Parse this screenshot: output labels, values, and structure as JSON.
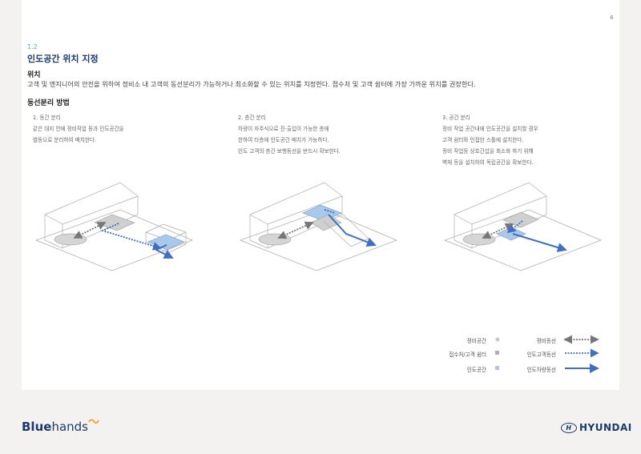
{
  "page_number": "4",
  "section_number": "1.2",
  "title": "인도공간 위치 지정",
  "location": {
    "heading": "위치",
    "text": "고객 및 엔지니어의 안전을 위하여 정비소 내 고객의 동선분리가 가능하거나 최소화할 수 있는 위치를 지정한다. 접수처 및 고객 쉼터에 가장 가까운 위치를 권장한다."
  },
  "methods": {
    "heading": "동선분리 방법",
    "items": [
      {
        "title": "1. 동간 분리",
        "lines": [
          "같은 대지 안에 정비작업 동과 인도공간을",
          "별동으로 분리하여 배치한다."
        ]
      },
      {
        "title": "2. 층간 분리",
        "lines": [
          "차량이 자주식으로 진·출입이 가능한 층에",
          "한하여 타층에 인도공간 배치가 가능하다.",
          "인도 고객의 층간 보행동선을 반드시 확보한다."
        ]
      },
      {
        "title": "3. 공간 분리",
        "lines": [
          "정비 작업 공간내에 인도공간을 설치할 경우",
          "고객 쉼터와 인접한 스톨에 설치한다.",
          "정비 작업등 상호간섭을 최소화 하기 위해",
          "벽체 등을 설치하여 독립공간을 확보한다."
        ]
      }
    ]
  },
  "legend": {
    "areas": [
      {
        "label": "정비공간",
        "color": "#c8c8c8"
      },
      {
        "label": "접수처/고객 쉼터",
        "color": "#b0b0b0"
      },
      {
        "label": "인도공간",
        "color": "#a9c8ea"
      }
    ],
    "flows": [
      {
        "label": "정비동선",
        "color": "#777777"
      },
      {
        "label": "인도고객동선",
        "color": "#3f6fc2"
      },
      {
        "label": "인도차량동선",
        "color": "#3f6fc2"
      }
    ]
  },
  "footer": {
    "left_logo_bold": "Blue",
    "left_logo_rest": "hands",
    "right_logo": "HYUNDAI"
  }
}
